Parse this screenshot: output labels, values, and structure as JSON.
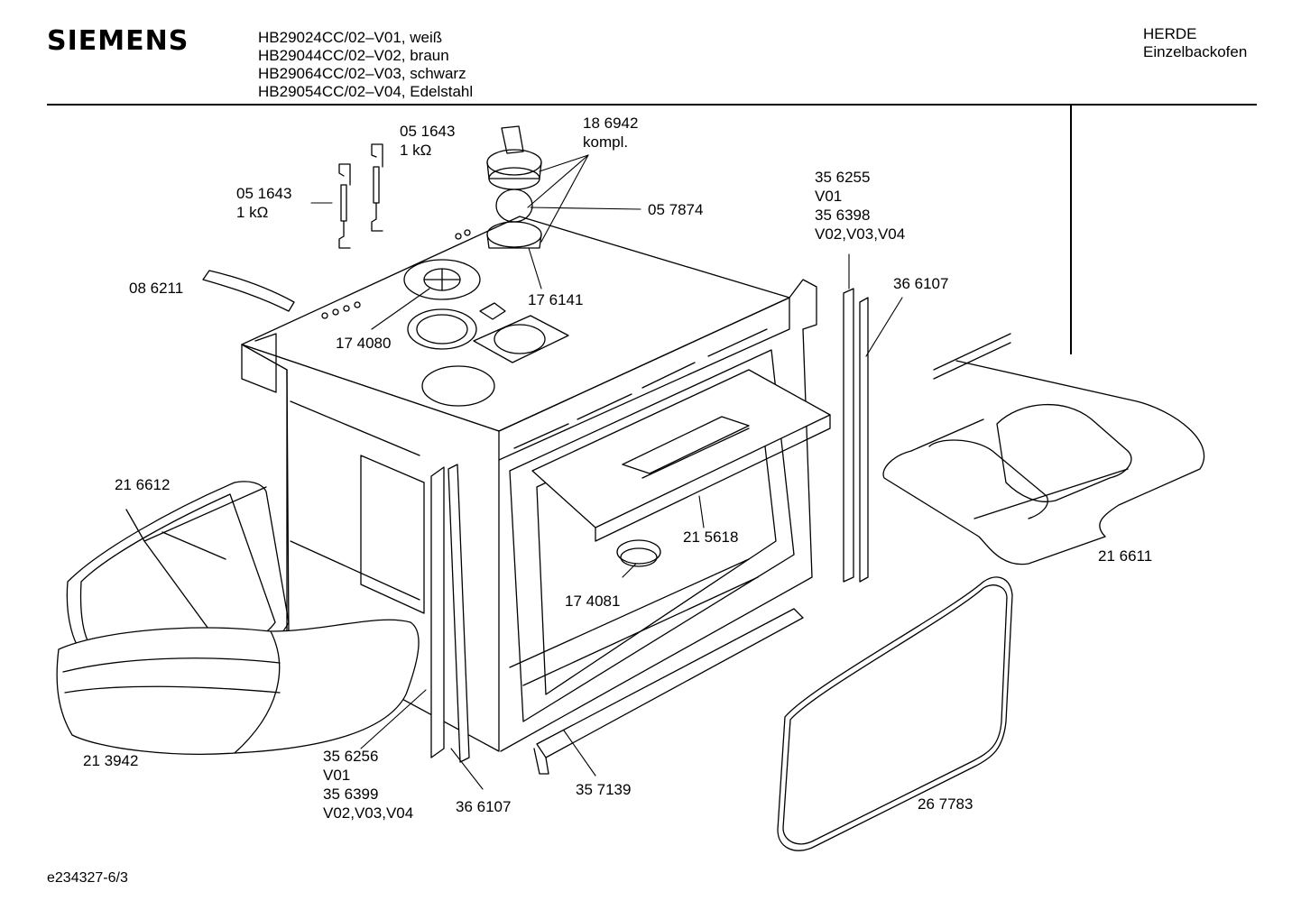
{
  "header": {
    "brand": "SIEMENS",
    "models": [
      "HB29024CC/02–V01, weiß",
      "HB29044CC/02–V02, braun",
      "HB29064CC/02–V03, schwarz",
      "HB29054CC/02–V04, Edelstahl"
    ],
    "category_1": "HERDE",
    "category_2": "Einzelbackofen"
  },
  "parts": {
    "p051643_top": [
      "05 1643",
      "1 kΩ"
    ],
    "p051643_left": [
      "05 1643",
      "1 kΩ"
    ],
    "p186942": [
      "18 6942",
      "kompl."
    ],
    "p057874": [
      "05 7874"
    ],
    "p086211": [
      "08 6211"
    ],
    "p176141": [
      "17 6141"
    ],
    "p174080": [
      "17 4080"
    ],
    "p356255": [
      "35 6255",
      "V01",
      "35 6398",
      "V02,V03,V04"
    ],
    "p366107_right": [
      "36 6107"
    ],
    "p216612": [
      "21 6612"
    ],
    "p215618": [
      "21 5618"
    ],
    "p174081": [
      "17 4081"
    ],
    "p216611": [
      "21 6611"
    ],
    "p213942": [
      "21 3942"
    ],
    "p356256": [
      "35 6256",
      "V01",
      "35 6399",
      "V02,V03,V04"
    ],
    "p366107_bottom": [
      "36 6107"
    ],
    "p357139": [
      "35 7139"
    ],
    "p267783": [
      "26 7783"
    ]
  },
  "footer": {
    "doc_id": "e234327-6/3"
  }
}
